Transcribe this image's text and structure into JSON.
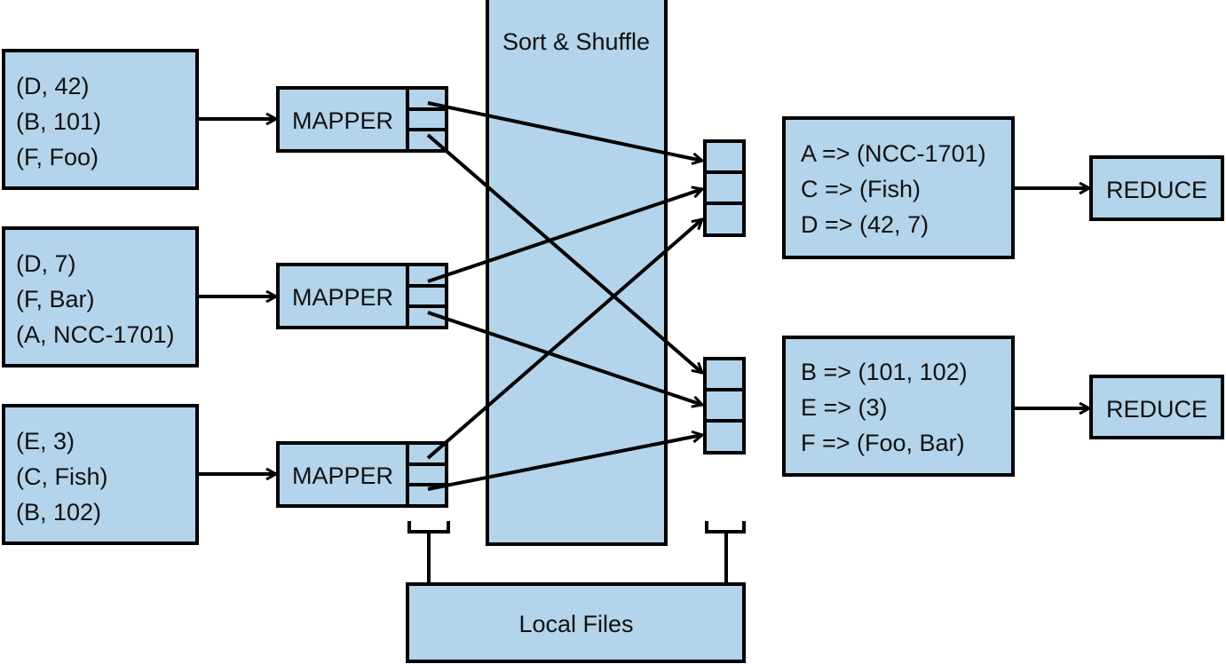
{
  "inputs": [
    {
      "lines": [
        "(D, 42)",
        "(B, 101)",
        "(F, Foo)"
      ]
    },
    {
      "lines": [
        "(D, 7)",
        "(F, Bar)",
        "(A, NCC-1701)"
      ]
    },
    {
      "lines": [
        "(E, 3)",
        "(C, Fish)",
        "(B, 102)"
      ]
    }
  ],
  "mapper_label": "MAPPER",
  "shuffle_label": "Sort & Shuffle",
  "groups": [
    {
      "lines": [
        "A => (NCC-1701)",
        "C => (Fish)",
        "D => (42, 7)"
      ]
    },
    {
      "lines": [
        "B => (101, 102)",
        "E => (3)",
        "F => (Foo, Bar)"
      ]
    }
  ],
  "reduce_label": "REDUCE",
  "local_files_label": "Local Files",
  "colors": {
    "fill": "#b3d4ea",
    "stroke": "#000000"
  }
}
